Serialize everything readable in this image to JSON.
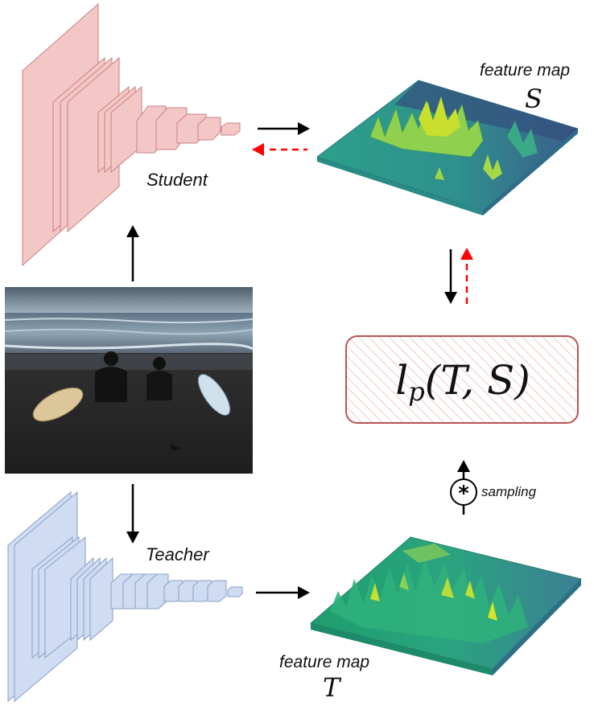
{
  "student": {
    "label": "Student"
  },
  "teacher": {
    "label": "Teacher"
  },
  "feature_map_student": {
    "label": "feature map",
    "symbol": "S"
  },
  "feature_map_teacher": {
    "label": "feature map",
    "symbol": "T"
  },
  "loss": {
    "func": "l",
    "subscript": "p",
    "args": "(T, S)"
  },
  "sampling": {
    "label": "sampling",
    "symbol": "*"
  },
  "colors": {
    "student_net": "#f4c7c7",
    "student_net_stroke": "#c98080",
    "teacher_net": "#cfdcf2",
    "teacher_net_stroke": "#8aa0c6",
    "gradient_arrow": "#ff0000",
    "forward_arrow": "#000000",
    "loss_box_border": "#b85450"
  }
}
